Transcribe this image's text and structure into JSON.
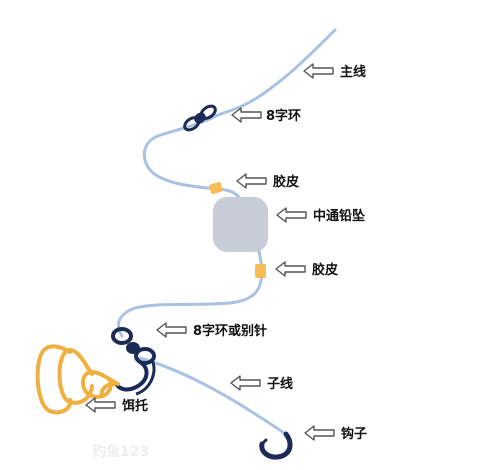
{
  "colors": {
    "line": "#a8c2e4",
    "swivel": "#1b2a57",
    "rubber": "#f6bd52",
    "sinker": "#c8ccd6",
    "bait_holder": "#f0b040",
    "arrow_fill": "#ffffff",
    "arrow_stroke": "#555555",
    "label": "#111111"
  },
  "labels": {
    "main_line": "主线",
    "swivel_top": "8字环",
    "rubber_top": "胶皮",
    "sinker": "中通铅坠",
    "rubber_bottom": "胶皮",
    "swivel_snap": "8字环或别针",
    "leader": "子线",
    "bait_holder": "饵托",
    "hook": "钩子"
  },
  "icons": {
    "arrow": "hollow-left-arrow-icon"
  }
}
